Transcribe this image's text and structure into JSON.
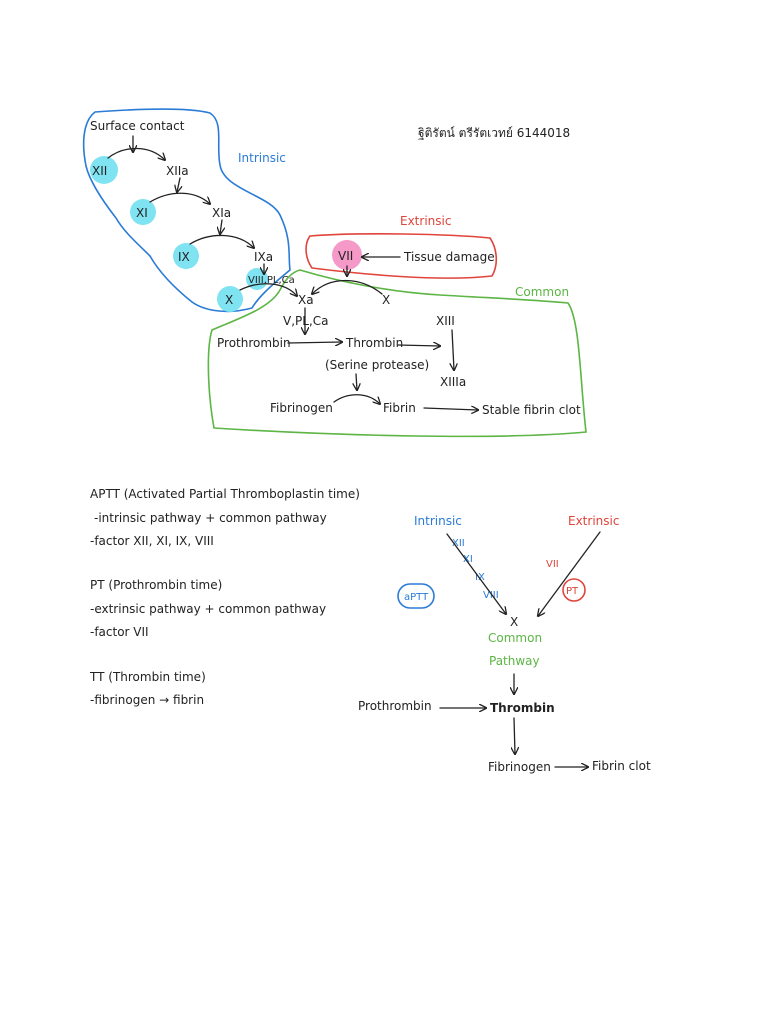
{
  "colors": {
    "intrinsic": "#2a7bd6",
    "extrinsic": "#e0443a",
    "common": "#5cb544",
    "factor_highlight": "#7fe3f2",
    "vii_highlight": "#f59ac8"
  },
  "author": "ฐิติรัตน์ ตรีรัตเวทย์ 6144018",
  "cascade": {
    "intrinsic_label": "Intrinsic",
    "extrinsic_label": "Extrinsic",
    "common_label": "Common",
    "surface_contact": "Surface contact",
    "xii": "XII",
    "xiia": "XIIa",
    "xi": "XI",
    "xia": "XIa",
    "ix": "IX",
    "ixa": "IXa",
    "viii_pl_ca": "VIII,PL,Ca",
    "x_left": "X",
    "xa": "Xa",
    "x_right": "X",
    "vii": "VII",
    "tissue_damage": "Tissue damage",
    "v_pl_ca": "V,PL,Ca",
    "prothrombin": "Prothrombin",
    "thrombin": "Thrombin",
    "serine_protease": "(Serine protease)",
    "xiii": "XIII",
    "xiiia": "XIIIa",
    "fibrinogen": "Fibrinogen",
    "fibrin": "Fibrin",
    "stable_clot": "Stable fibrin clot"
  },
  "notes": {
    "aptt_title": "APTT (Activated Partial Thromboplastin time)",
    "aptt_line1": "-intrinsic pathway + common pathway",
    "aptt_line2": "-factor XII, XI, IX, VIII",
    "pt_title": "PT (Prothrombin time)",
    "pt_line1": "-extrinsic pathway + common pathway",
    "pt_line2": "-factor VII",
    "tt_title": "TT (Thrombin time)",
    "tt_line1": "-fibrinogen → fibrin"
  },
  "summary": {
    "intrinsic": "Intrinsic",
    "extrinsic": "Extrinsic",
    "f_xii": "XII",
    "f_xi": "XI",
    "f_ix": "IX",
    "f_viii": "VIII",
    "f_vii": "VII",
    "aptt": "aPTT",
    "pt": "PT",
    "x": "X",
    "common1": "Common",
    "common2": "Pathway",
    "prothrombin": "Prothrombin",
    "thrombin": "Thrombin",
    "fibrinogen": "Fibrinogen",
    "fibrin_clot": "Fibrin clot"
  }
}
